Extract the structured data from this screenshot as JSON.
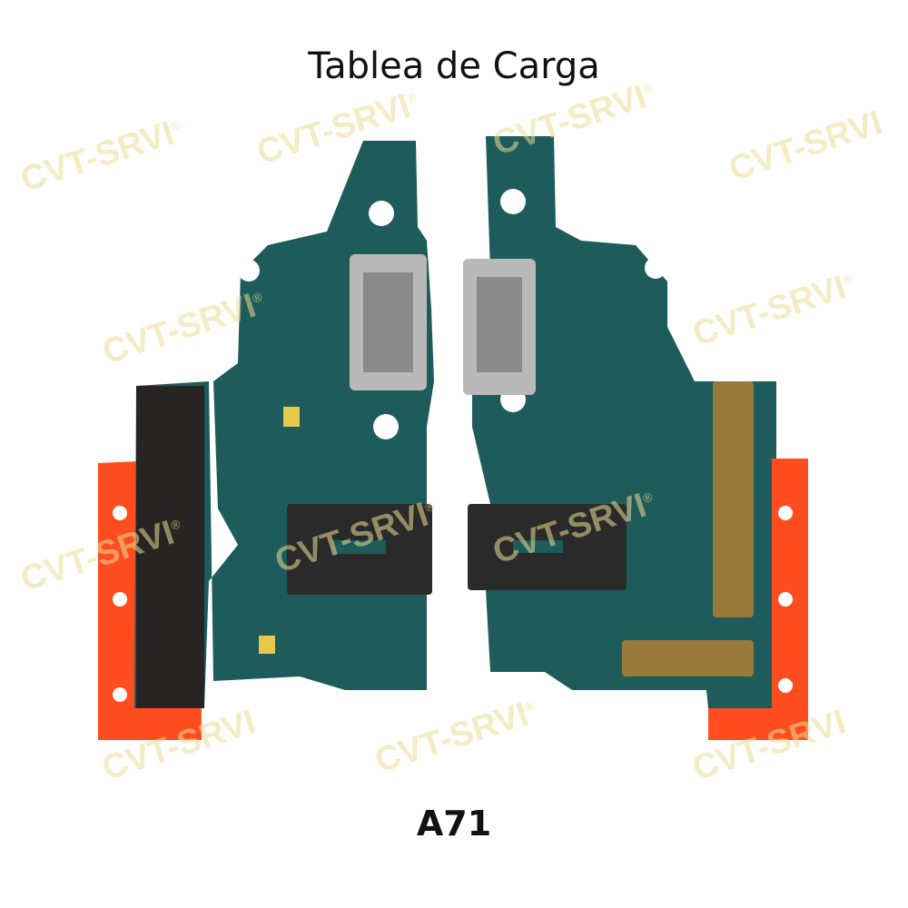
{
  "title": "Tablea de Carga",
  "model": "A71",
  "watermark": "CVT-SRVI",
  "watermark_mark": "®",
  "colors": {
    "pcb": "#1d5c5a",
    "flex": "#ff4d1f",
    "connector": "#2a2a2a",
    "metal": "#b9b9b9",
    "pad": "#e8c84a"
  }
}
